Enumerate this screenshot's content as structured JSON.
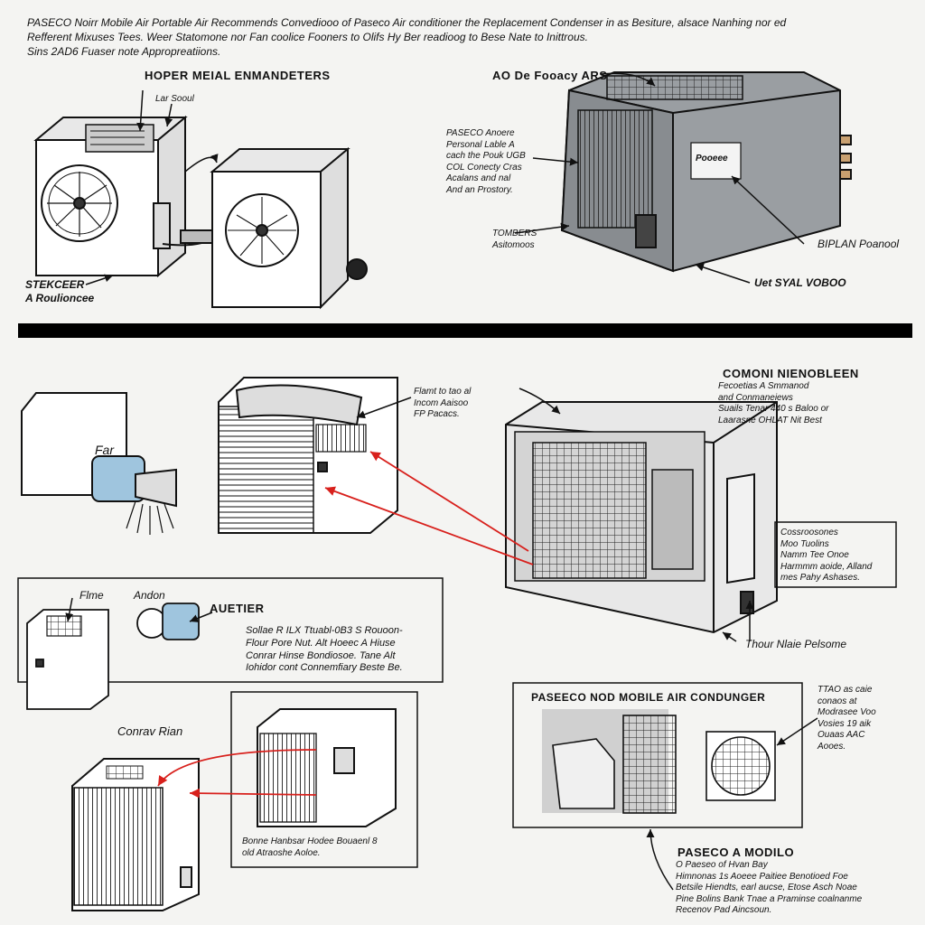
{
  "intro": {
    "line1": "PASECO Noirr Mobile Air Portable Air Recommends Convediooo of Paseco Air conditioner the Replacement Condenser in as Besiture, alsace Nanhing nor ed",
    "line2": "Refferent Mixuses Tees. Weer Statomone nor Fan coolice Fooners to Olifs Hy Ber readioog to Bese Nate to Inittrous.",
    "line3": "Sins 2AD6 Fuaser note Appropreatiions."
  },
  "top_left": {
    "title": "HOPER MEIAL ENMANDETERS",
    "top_label": "Lar Sooul",
    "bottom_label": "STEKCEER\nA Roulioncee"
  },
  "top_right": {
    "title": "AO De Fooacy ARS",
    "callout": "PASECO Anoere\nPersonal Lable A\ncach the Pouk UGB\nCOL Conecty Cras\nAcalans and nal\nAnd an Prostory.",
    "low_label": "TOMBERS\nAsitomoos",
    "brand_plate": "Pooeee",
    "right_label": "BIPLAN Poanool",
    "bottom_label": "Uet SYAL VOBOO"
  },
  "mid": {
    "fan_label": "Far",
    "ac_note": "Flamt to tao al\nIncom Aaisoo\nFP Pacacs.",
    "right_title": "COMONI NIENOBLEEN",
    "right_body": "Fecoetias A Smmanod\nand Conmaneiews\nSuails Tenar 440 s Baloo or\nLaarasne OHLAT Nit Best",
    "side_callout": "Cossroosones\nMoo Tuolins\nNamm Tee Onoe\nHarmmm aoide, Alland\nmes Pahy Ashases.",
    "bottom_label": "Thour Nlaie Pelsome"
  },
  "lower_left_box": {
    "label_flme": "Flme",
    "label_andon": "Andon",
    "label_auetier": "AUETIER",
    "body": "Sollae R ILX Ttuabl-0B3 S Rouoon-\nFlour Pore Nut. Alt Hoeec A Hiuse\nConrar Hinse Bondiosoe. Tane Alt\nIohidor cont Connemfiary Beste Be."
  },
  "cond_label": "Conrav Rian",
  "center_box_caption": "Bonne Hanbsar Hodee Bouaenl 8\nold Atraoshe Aoloe.",
  "bottom_right_box": {
    "title": "PASEECO NOD MOBILE AIR CONDUNGER",
    "side_note": "TTAO as caie\nconaos at\nModrasee Voo\nVosies 19 aik\nOuaas AAC\nAooes."
  },
  "footer": {
    "title": "PASECO A MODILO",
    "body": "O Paeseo of Hvan Bay\nHimnonas 1s Aoeee Paitiee Benotioed Foe\nBetsile Hiendts, earl aucse, Etose Asch Noae\nPine Bolins Bank Tnae a Praminse coalnanme\nRecenov Pad Aincsoun."
  },
  "colors": {
    "ink": "#111111",
    "arrow_red": "#d8201c",
    "divider": "#000000",
    "metal": "#9a9ea2"
  }
}
